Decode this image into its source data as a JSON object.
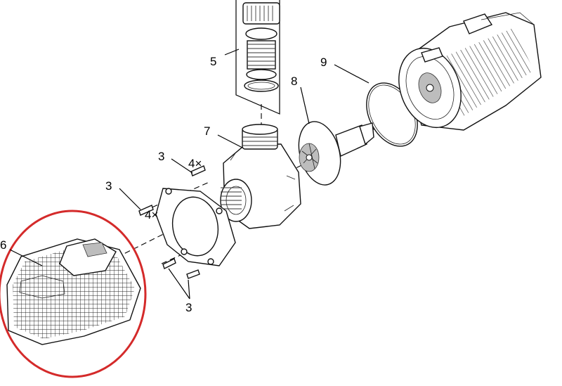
{
  "callouts": {
    "c5": "5",
    "c9": "9",
    "c8": "8",
    "c7": "7",
    "c3a": "3",
    "c4a": "4×",
    "c3b": "3",
    "c4b": "4×",
    "c6": "6",
    "c3c": "3"
  },
  "highlight_color": "#d42a2a"
}
